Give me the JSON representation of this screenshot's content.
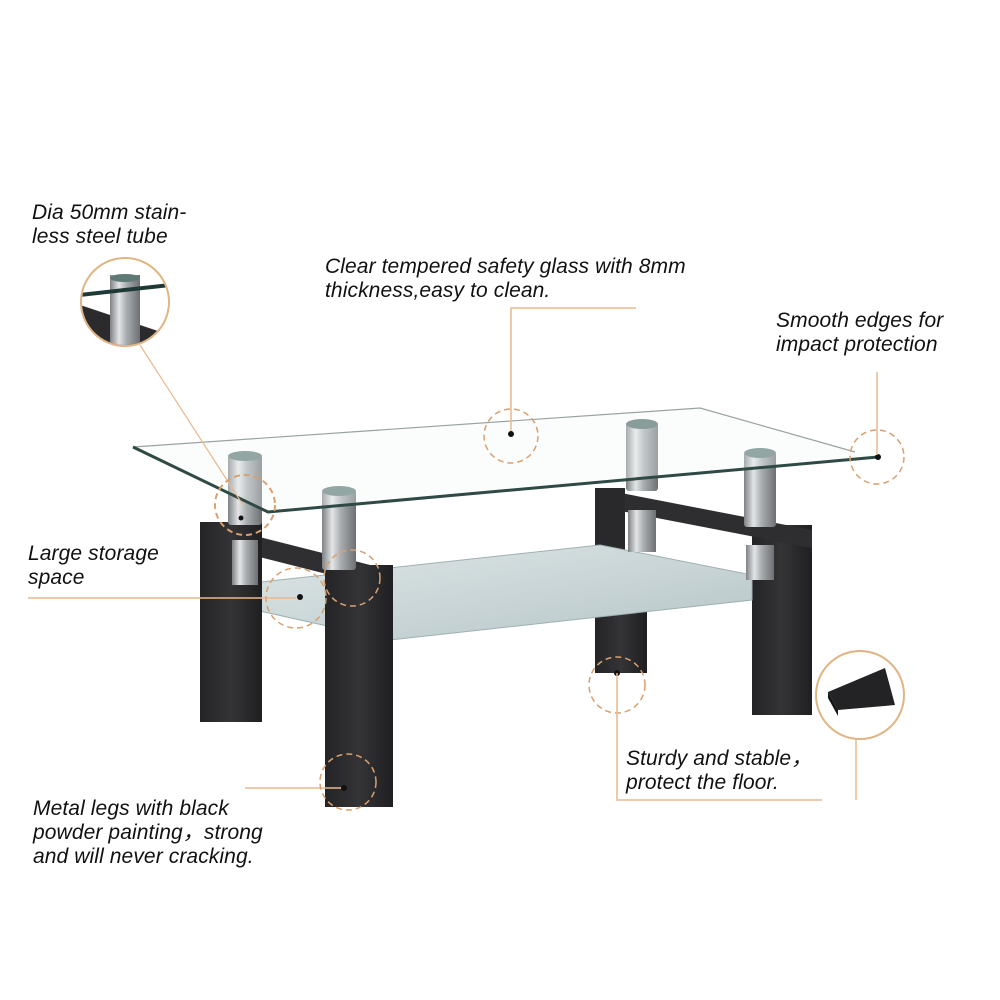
{
  "title": "Glass coffee table feature callouts",
  "colors": {
    "background": "#ffffff",
    "text": "#111111",
    "callout_line": "#e8b98f",
    "callout_circle": "#d9a070",
    "leg_black": "#2b2b2d",
    "glass_edge": "#2f4a45",
    "glass_shelf": "#c9d6d8",
    "steel": "#b9bcbf"
  },
  "callouts": [
    {
      "id": "tube",
      "text": "Dia 50mm   stain-\nless steel tube"
    },
    {
      "id": "glass",
      "text": "Clear tempered safety glass with 8mm\nthickness,easy to clean."
    },
    {
      "id": "edges",
      "text": "Smooth edges for\nimpact protection"
    },
    {
      "id": "storage",
      "text": "Large storage\nspace"
    },
    {
      "id": "legs",
      "text": "Metal legs with black\npowder painting，strong\nand will never cracking."
    },
    {
      "id": "floor",
      "text": "Sturdy and stable，\nprotect the floor."
    }
  ]
}
